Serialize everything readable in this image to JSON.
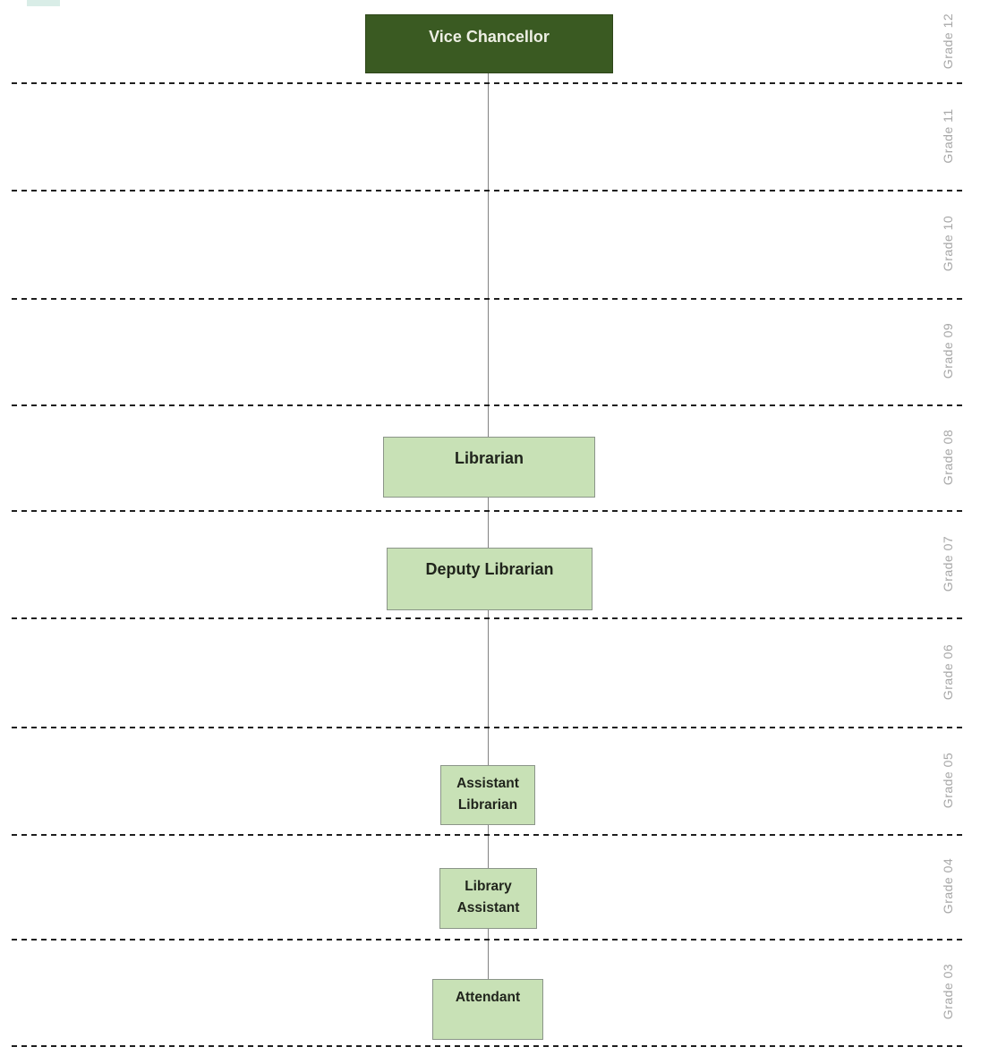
{
  "org_chart": {
    "nodes": [
      {
        "label": "Vice Chancellor",
        "grade_band": "Grade 12",
        "style": "dark-green"
      },
      {
        "label": "Librarian",
        "grade_band": "Grade 08",
        "style": "light-green"
      },
      {
        "label": "Deputy Librarian",
        "grade_band": "Grade 07",
        "style": "light-green"
      },
      {
        "label": "Assistant Librarian",
        "grade_band": "Grade 05",
        "style": "light-green"
      },
      {
        "label": "Library Assistant",
        "grade_band": "Grade 04",
        "style": "light-green"
      },
      {
        "label": "Attendant",
        "grade_band": "Grade 03",
        "style": "light-green"
      }
    ],
    "grade_bands": [
      {
        "label": "Grade 12"
      },
      {
        "label": "Grade 11"
      },
      {
        "label": "Grade 10"
      },
      {
        "label": "Grade 09"
      },
      {
        "label": "Grade 08"
      },
      {
        "label": "Grade 07"
      },
      {
        "label": "Grade 06"
      },
      {
        "label": "Grade 05"
      },
      {
        "label": "Grade 04"
      },
      {
        "label": "Grade 03"
      }
    ],
    "colors": {
      "dark_node_bg": "#3A5A22",
      "dark_node_text": "#EDEFE4",
      "light_node_bg": "#C8E1B6",
      "light_node_border": "#8B9589",
      "grade_label_text": "#A7A7A7",
      "dashed_divider": "#1F1F1F",
      "connector_line": "#828282"
    }
  }
}
